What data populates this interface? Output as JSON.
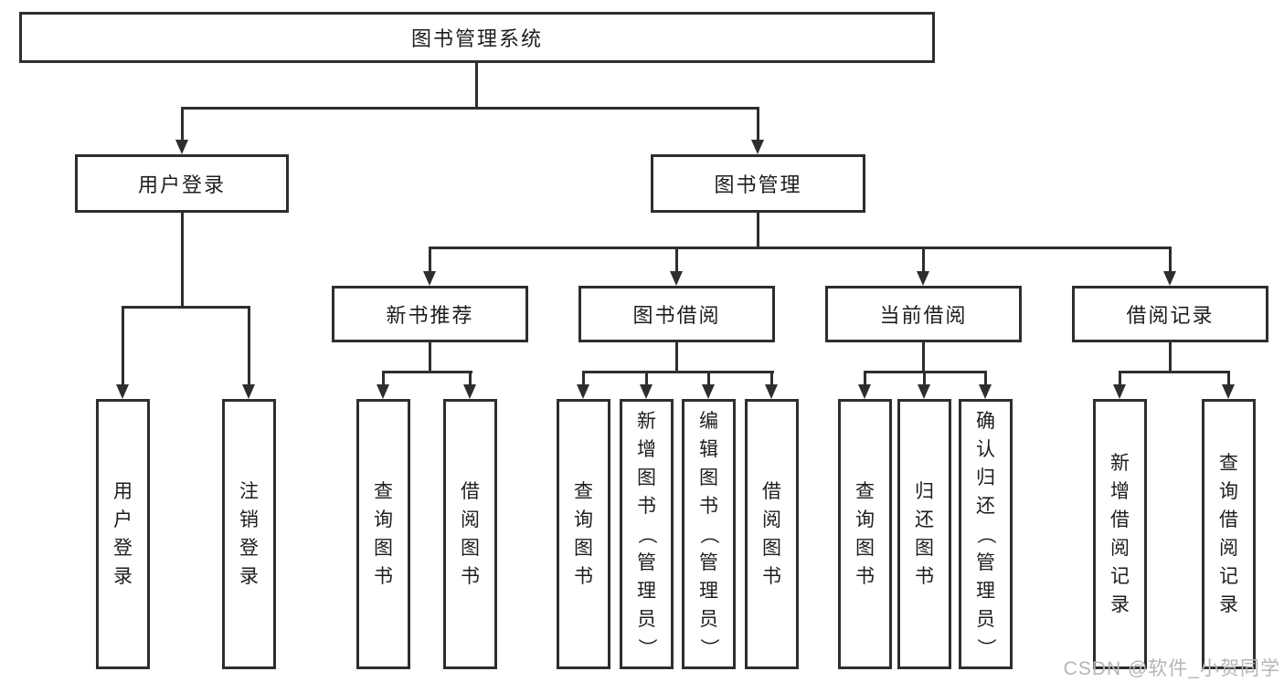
{
  "diagram": {
    "title_node": {
      "label": "图书管理系统"
    },
    "level2": [
      {
        "id": "user-login",
        "label": "用户登录"
      },
      {
        "id": "book-management",
        "label": "图书管理"
      }
    ],
    "level3": [
      {
        "id": "new-book-recommend",
        "parent": "图书管理",
        "label": "新书推荐"
      },
      {
        "id": "book-borrowing",
        "parent": "图书管理",
        "label": "图书借阅"
      },
      {
        "id": "current-borrowing",
        "parent": "图书管理",
        "label": "当前借阅"
      },
      {
        "id": "borrowing-records",
        "parent": "图书管理",
        "label": "借阅记录"
      }
    ],
    "leaves": [
      {
        "parent": "用户登录",
        "label": "用户登录"
      },
      {
        "parent": "用户登录",
        "label": "注销登录"
      },
      {
        "parent": "新书推荐",
        "label": "查询图书"
      },
      {
        "parent": "新书推荐",
        "label": "借阅图书"
      },
      {
        "parent": "图书借阅",
        "label": "查询图书"
      },
      {
        "parent": "图书借阅",
        "label": "新增图书（管理员）"
      },
      {
        "parent": "图书借阅",
        "label": "编辑图书（管理员）"
      },
      {
        "parent": "图书借阅",
        "label": "借阅图书"
      },
      {
        "parent": "当前借阅",
        "label": "查询图书"
      },
      {
        "parent": "当前借阅",
        "label": "归还图书"
      },
      {
        "parent": "当前借阅",
        "label": "确认归还（管理员）"
      },
      {
        "parent": "借阅记录",
        "label": "新增借阅记录"
      },
      {
        "parent": "借阅记录",
        "label": "查询借阅记录"
      }
    ],
    "watermark": "CSDN @软件_小贺同学",
    "colors": {
      "line": "#2e2e2e",
      "text": "#1d1d1f",
      "watermark": "#b5b5b5",
      "background": "#ffffff"
    }
  }
}
